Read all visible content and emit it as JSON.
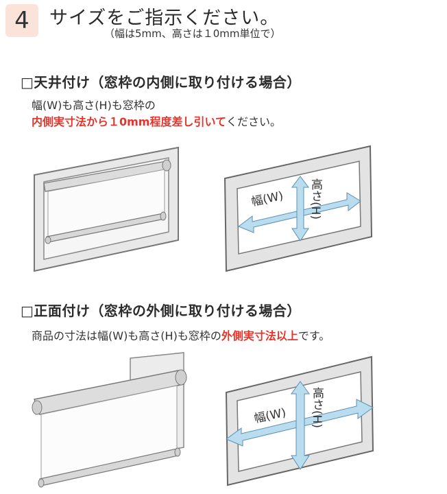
{
  "header": {
    "step_number": "4",
    "title": "サイズをご指示ください。",
    "note": "（幅は5mm、高さは１0mm単位で）"
  },
  "section_inside": {
    "title": "□天井付け（窓枠の内側に取り付ける場合）",
    "line1": "幅(W)も高さ(H)も窓枠の",
    "line2_emphasis": "内側実寸法から１0mm程度差し引いて",
    "line2_tail": "ください。",
    "diagram_width_label": "幅(W)",
    "diagram_height_label": "高さ(H)"
  },
  "section_outside": {
    "title": "□正面付け（窓枠の外側に取り付ける場合）",
    "line_head": "商品の寸法は幅(W)も高さ(H)も窓枠の",
    "line_emphasis": "外側実寸法以上",
    "line_tail": "です。",
    "diagram_width_label": "幅(W)",
    "diagram_height_label": "高さ(H)"
  },
  "colors": {
    "accent_red": "#e8332a",
    "badge_bg": "#fbe3d9",
    "arrow_fill": "#b9dcef",
    "frame_gray": "#8a8a8a",
    "frame_light": "#e6e6e6"
  }
}
